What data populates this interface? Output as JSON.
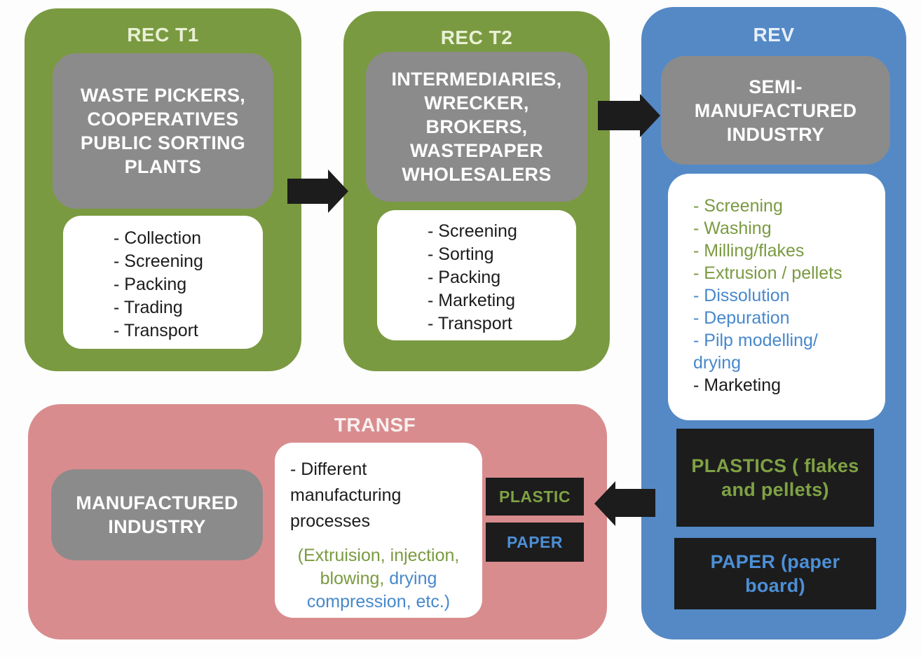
{
  "colors": {
    "green": "#7a9a41",
    "blue": "#5489c6",
    "pink": "#d98c8e",
    "gray": "#8c8b8b",
    "black_box": "#1c1c1c",
    "green_text_on_black": "#7fa244",
    "blue_text_on_black": "#4c8fd6",
    "blue_text": "#4788cc",
    "white": "#ffffff"
  },
  "icons": {
    "arrow_rec_t1_to_rec_t2": "arrow-right",
    "arrow_rec_t2_to_rev": "arrow-right",
    "arrow_rev_to_transf": "arrow-left"
  },
  "panels": {
    "rec_t1": {
      "title": "REC T1",
      "entity": "WASTE PICKERS, COOPERATIVES PUBLIC SORTING PLANTS",
      "activities": [
        "- Collection",
        "- Screening",
        "- Packing",
        "- Trading",
        "- Transport"
      ]
    },
    "rec_t2": {
      "title": "REC T2",
      "entity": "INTERMEDIARIES, WRECKER, BROKERS, WASTEPAPER WHOLESALERS",
      "activities": [
        "- Screening",
        "- Sorting",
        "- Packing",
        "- Marketing",
        "- Transport"
      ]
    },
    "rev": {
      "title": "REV",
      "entity": "SEMI-MANUFACTURED INDUSTRY",
      "activities": [
        {
          "text": "- Screening",
          "color": "green"
        },
        {
          "text": "- Washing",
          "color": "green"
        },
        {
          "text": "- Milling/flakes",
          "color": "green"
        },
        {
          "text": "- Extrusion / pellets",
          "color": "green"
        },
        {
          "text": "- Dissolution",
          "color": "blue"
        },
        {
          "text": "- Depuration",
          "color": "blue"
        },
        {
          "text": "- Pilp modelling/",
          "color": "blue"
        },
        {
          "text": "drying",
          "color": "blue"
        },
        {
          "text": "- Marketing",
          "color": "black"
        }
      ],
      "outputs": [
        {
          "text": "PLASTICS ( flakes and pellets)",
          "color": "green"
        },
        {
          "text": "PAPER (paper board)",
          "color": "blue"
        }
      ]
    },
    "transf": {
      "title": "TRANSF",
      "entity": "MANUFACTURED INDUSTRY",
      "process_note": "- Different manufacturing processes",
      "process_detail": [
        {
          "text": "(Extruision, injection,",
          "color": "green"
        },
        {
          "text": "blowing,",
          "color": "green"
        },
        {
          "text": "drying",
          "color": "blue"
        },
        {
          "text": "compression, etc.)",
          "color": "blue"
        }
      ],
      "material_labels": [
        {
          "text": "PLASTIC",
          "color": "green"
        },
        {
          "text": "PAPER",
          "color": "blue"
        }
      ]
    }
  }
}
